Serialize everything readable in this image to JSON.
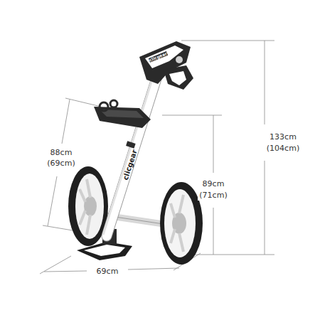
{
  "diagram": {
    "labels": [
      "88cm",
      "(69cm)",
      "89cm",
      "(71cm)",
      "133cm",
      "(104cm)",
      "69cm",
      "clicgear",
      "clicgear"
    ]
  }
}
